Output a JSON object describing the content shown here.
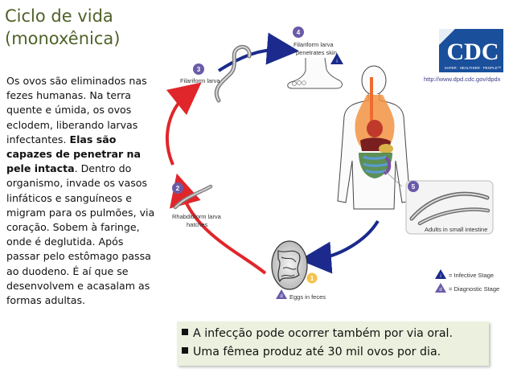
{
  "title": {
    "line1": "Ciclo de vida",
    "line2": "(monoxênica)"
  },
  "description": {
    "part1": "Os ovos são eliminados nas fezes humanas. Na terra quente e úmida, os ovos eclodem, liberando larvas infectantes. ",
    "bold": "Elas são capazes de penetrar na pele intacta",
    "part2": ". Dentro do organismo, invade os vasos linfáticos e sanguíneos e migram para os pulmões, via coração. Sobem à faringe, onde é deglutida. Após passar pelo estômago passa ao duodeno. É aí que se desenvolvem e acasalam as formas adultas."
  },
  "callout": {
    "items": [
      "A infecção pode ocorrer também por via oral.",
      "Uma fêmea produz até 30 mil ovos por dia."
    ]
  },
  "diagram": {
    "stages": [
      {
        "number": "1",
        "label": ""
      },
      {
        "number": "2",
        "label_line1": "Rhabditiform larva",
        "label_line2": "hatches"
      },
      {
        "number": "3",
        "label_line1": "Filariform larva",
        "label_line2": ""
      },
      {
        "number": "4",
        "label_line1": "Filariform larva",
        "label_line2": "penetrates skin"
      },
      {
        "number": "5",
        "label_line1": "Adults in small intestine",
        "label_line2": ""
      }
    ],
    "eggs_label": "Eggs in feces",
    "egg_marker": "d",
    "legend": {
      "infective_marker": "i",
      "infective": "= Infective Stage",
      "diagnostic_marker": "d",
      "diagnostic": "= Diagnostic Stage"
    },
    "cdc": {
      "logo_text": "CDC",
      "tagline": "SAFER · HEALTHIER · PEOPLE™",
      "url": "http://www.dpd.cdc.gov/dpdx"
    },
    "colors": {
      "red_arrow": "#e0262b",
      "blue_arrow": "#1b2a8c",
      "stage_circle": "#6b5aa8",
      "cdc_blue": "#1a4f9c",
      "title_green": "#4f6228",
      "callout_bg": "#ebf1de"
    }
  }
}
